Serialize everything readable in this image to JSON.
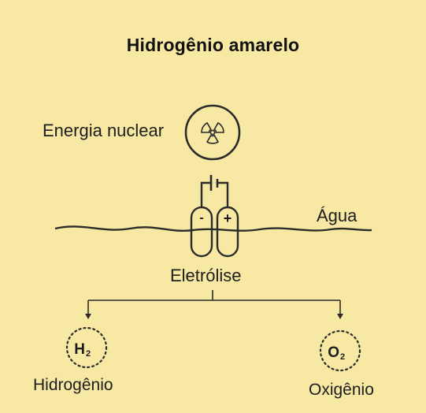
{
  "title": "Hidrogênio amarelo",
  "labels": {
    "energy": "Energia nuclear",
    "water": "Água",
    "electrolysis": "Eletrólise",
    "hydrogen": "Hidrogênio",
    "oxygen": "Oxigênio"
  },
  "molecules": {
    "h2_symbol": "H",
    "h2_subscript": "2",
    "o2_symbol": "O",
    "o2_subscript": "2"
  },
  "electrodes": {
    "negative": "-",
    "positive": "+"
  },
  "icons": {
    "energy": "radiation-icon",
    "electrolysis": "electrolysis-cell-icon",
    "hydrogen": "hydrogen-molecule-icon",
    "oxygen": "oxygen-molecule-icon"
  },
  "colors": {
    "background": "#f7e9a3",
    "stroke": "#2b2b2b",
    "text": "#1d1d1d"
  }
}
